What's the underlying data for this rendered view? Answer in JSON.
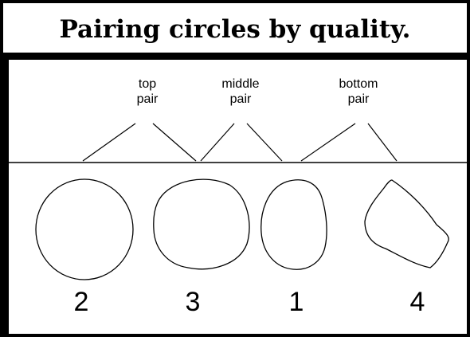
{
  "title": "Pairing circles by quality.",
  "pair_labels": [
    {
      "line1": "top",
      "line2": "pair"
    },
    {
      "line1": "middle",
      "line2": "pair"
    },
    {
      "line1": "bottom",
      "line2": "pair"
    }
  ],
  "circle_numbers": [
    "2",
    "3",
    "1",
    "4"
  ],
  "colors": {
    "ink": "#000000",
    "background": "#ffffff"
  }
}
